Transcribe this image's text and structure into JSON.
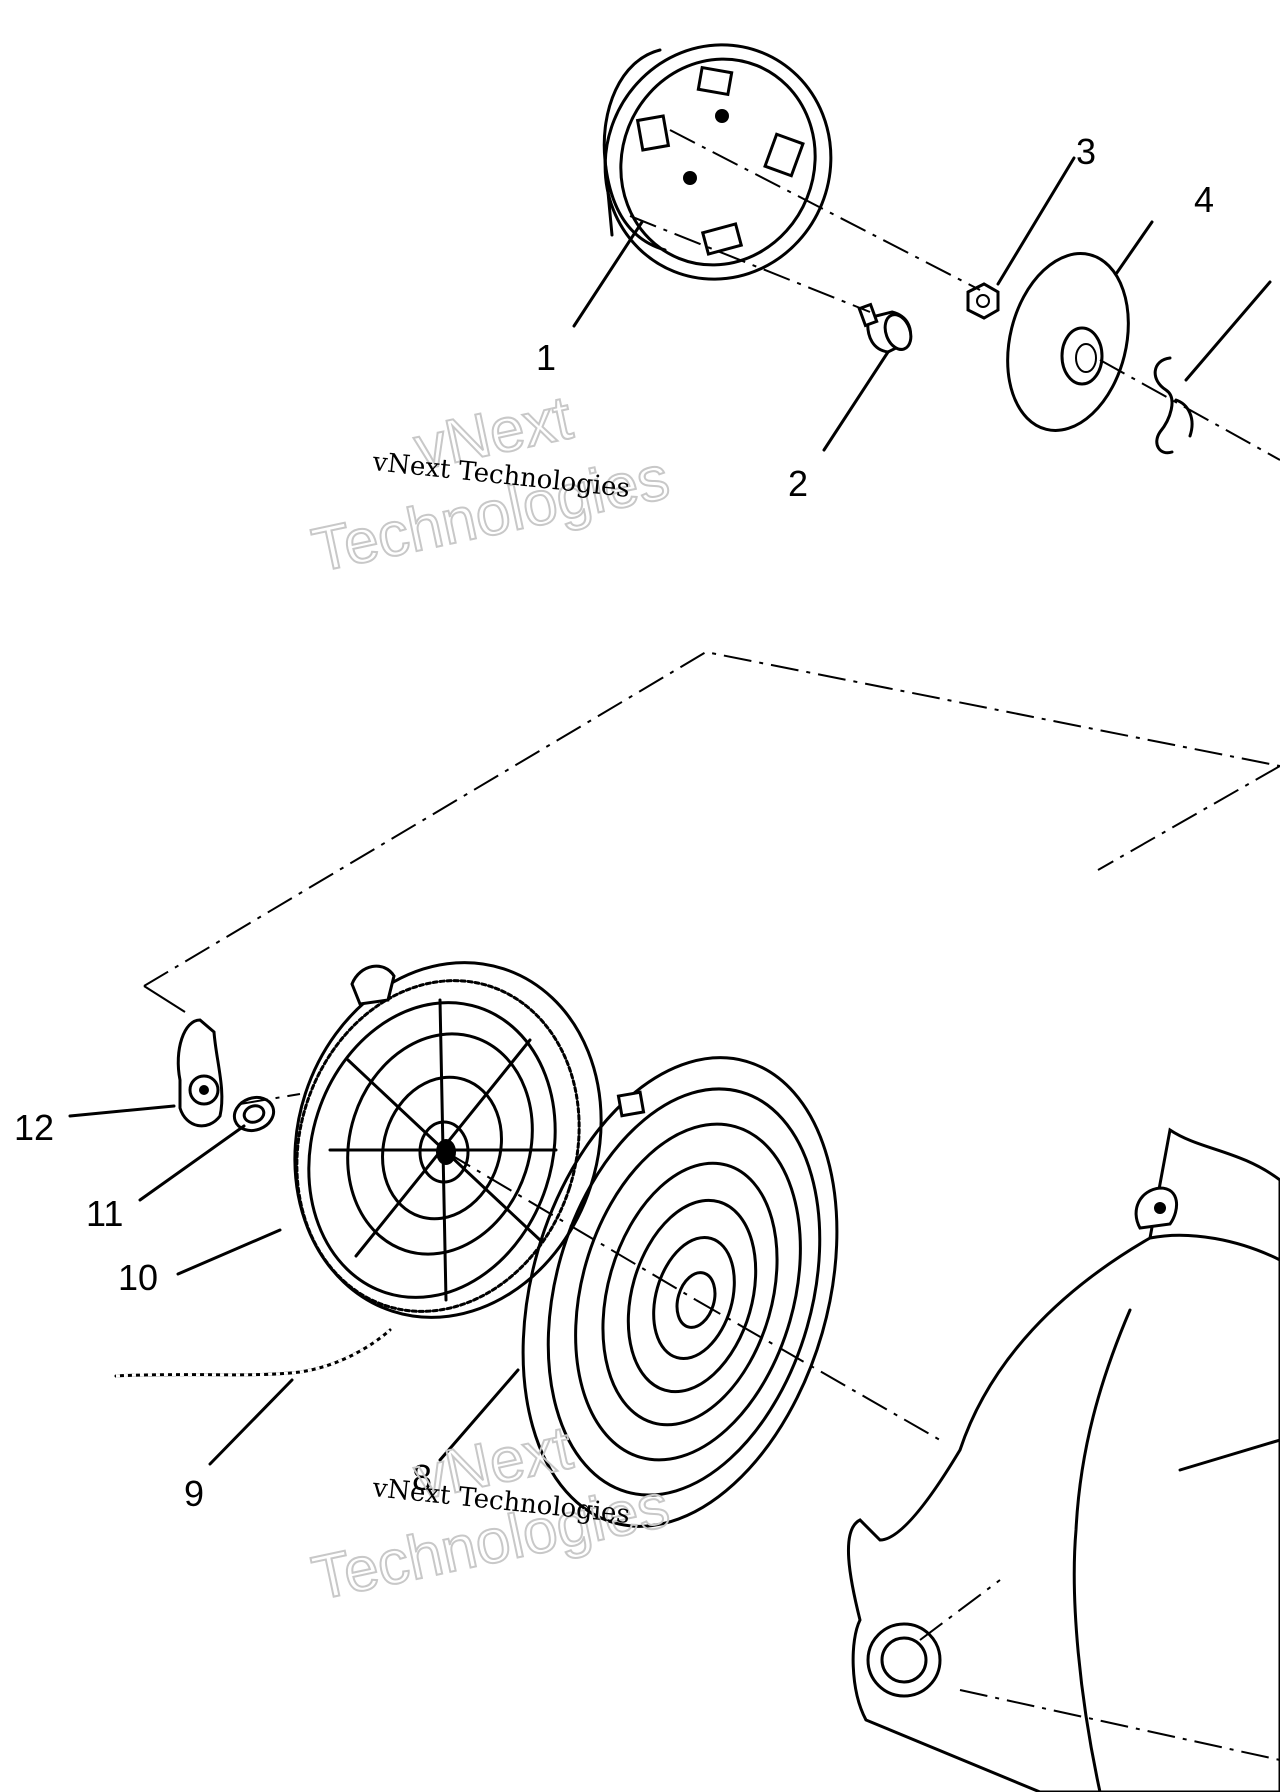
{
  "callouts": [
    {
      "id": "1",
      "label": "1"
    },
    {
      "id": "2",
      "label": "2"
    },
    {
      "id": "3",
      "label": "3"
    },
    {
      "id": "4",
      "label": "4"
    },
    {
      "id": "8",
      "label": "8"
    },
    {
      "id": "9",
      "label": "9"
    },
    {
      "id": "10",
      "label": "10"
    },
    {
      "id": "11",
      "label": "11"
    },
    {
      "id": "12",
      "label": "12"
    }
  ],
  "watermark": {
    "line_small": "vNext Technologies",
    "line_big_1": "vNext",
    "line_big_2": "Technologies"
  }
}
